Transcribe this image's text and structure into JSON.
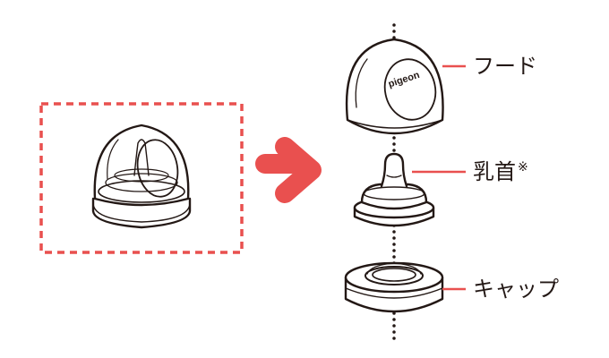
{
  "diagram": {
    "labels": {
      "hood": "フード",
      "nipple": "乳首",
      "nipple_note": "※",
      "cap": "キャップ"
    },
    "brand_logo": "pigeon",
    "colors": {
      "accent": "#e9504f",
      "line": "#231815",
      "fill": "#ffffff"
    }
  }
}
